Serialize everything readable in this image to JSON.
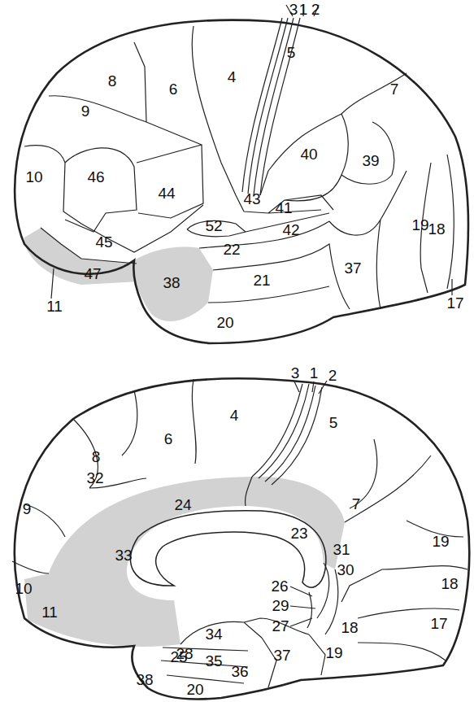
{
  "diagram": {
    "labels": [
      "3",
      "1",
      "2",
      "5",
      "4",
      "8",
      "6",
      "7",
      "40",
      "9",
      "39",
      "10",
      "46",
      "44",
      "43",
      "41",
      "52",
      "42",
      "19",
      "18",
      "22",
      "45",
      "47",
      "38",
      "21",
      "37",
      "11",
      "17",
      "20",
      "3",
      "1",
      "2",
      "5",
      "4",
      "6",
      "8",
      "9",
      "32",
      "24",
      "23",
      "31",
      "7",
      "19",
      "33",
      "10",
      "30",
      "18",
      "26",
      "29",
      "27",
      "17",
      "11",
      "25",
      "34",
      "28",
      "35",
      "38",
      "36",
      "37",
      "18",
      "19",
      "20"
    ]
  }
}
